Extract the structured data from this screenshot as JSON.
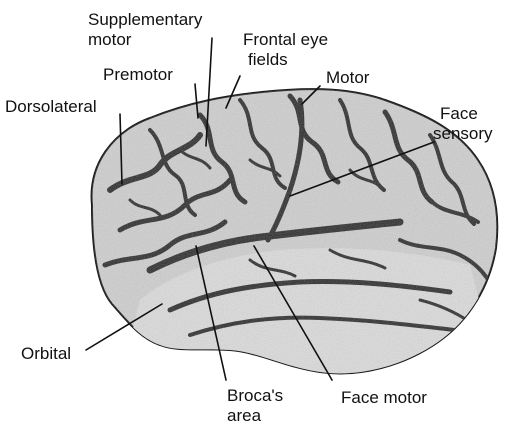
{
  "colors": {
    "background": "#ffffff",
    "ink": "#111111",
    "brain_base": "#c8c8c8",
    "brain_shadow": "#2a2a2a"
  },
  "labels": {
    "supplementary_motor": [
      "Supplementary",
      "motor"
    ],
    "frontal_eye_fields": [
      "Frontal eye",
      "fields"
    ],
    "premotor": "Premotor",
    "motor": "Motor",
    "dorsolateral": "Dorsolateral",
    "face_sensory": [
      "Face",
      "sensory"
    ],
    "orbital": "Orbital",
    "brocas_area": [
      "Broca's",
      "area"
    ],
    "face_motor": "Face motor"
  }
}
